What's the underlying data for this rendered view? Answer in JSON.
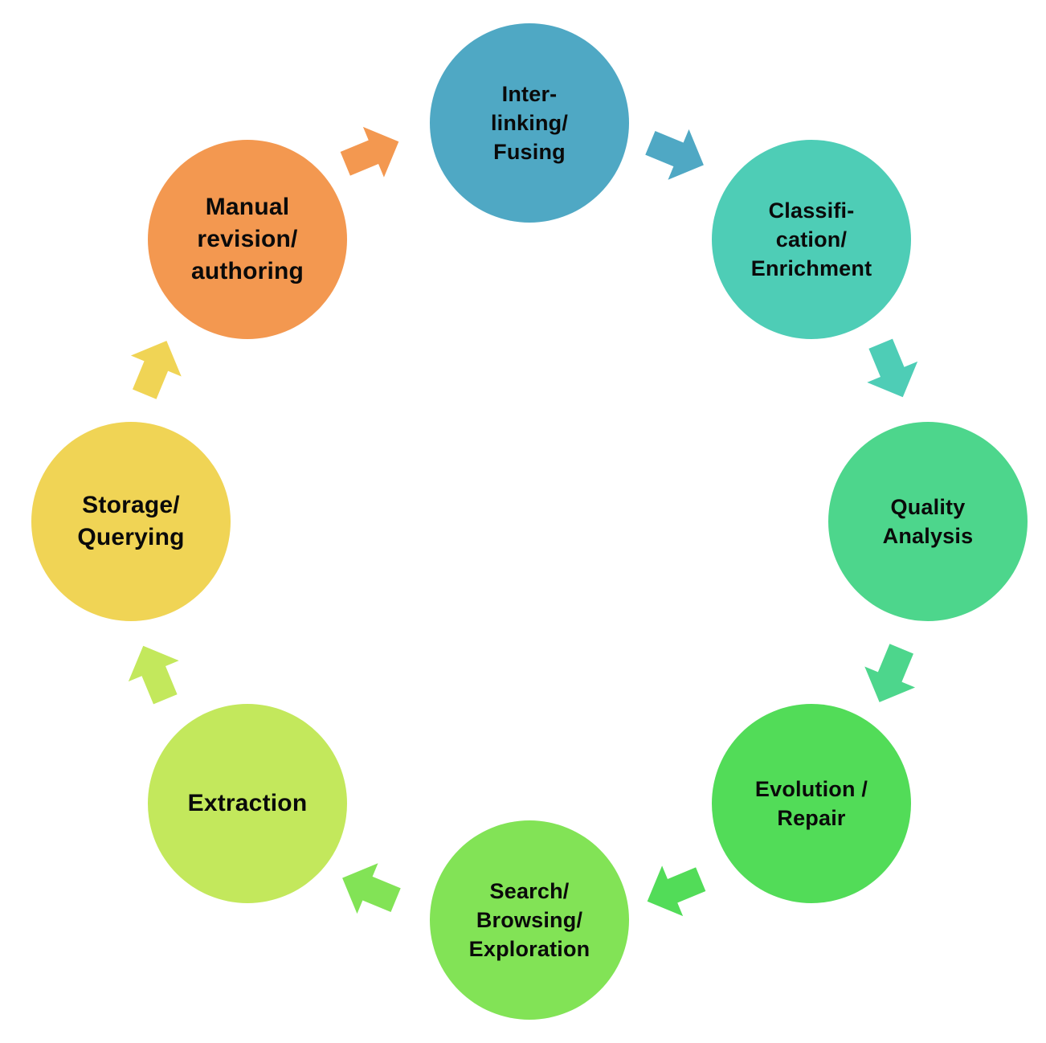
{
  "diagram": {
    "type": "cycle",
    "nodes": [
      {
        "id": "interlinking",
        "label": "Inter-\nlinking/\nFusing",
        "color": "#4fa8c4"
      },
      {
        "id": "classification",
        "label": "Classifi-\ncation/\nEnrichment",
        "color": "#4ecdb6"
      },
      {
        "id": "quality",
        "label": "Quality\nAnalysis",
        "color": "#4dd68c"
      },
      {
        "id": "evolution",
        "label": "Evolution /\nRepair",
        "color": "#52dc58"
      },
      {
        "id": "search",
        "label": "Search/\nBrowsing/\nExploration",
        "color": "#82e356"
      },
      {
        "id": "extraction",
        "label": "Extraction",
        "color": "#c3e85c"
      },
      {
        "id": "storage",
        "label": "Storage/\nQuerying",
        "color": "#f0d455"
      },
      {
        "id": "manual",
        "label": "Manual\nrevision/\nauthoring",
        "color": "#f39850"
      }
    ],
    "arrows": [
      {
        "from": "interlinking",
        "to": "classification",
        "color": "#4fa8c4"
      },
      {
        "from": "classification",
        "to": "quality",
        "color": "#4ecdb6"
      },
      {
        "from": "quality",
        "to": "evolution",
        "color": "#4dd68c"
      },
      {
        "from": "evolution",
        "to": "search",
        "color": "#52dc58"
      },
      {
        "from": "search",
        "to": "extraction",
        "color": "#82e356"
      },
      {
        "from": "extraction",
        "to": "storage",
        "color": "#c3e85c"
      },
      {
        "from": "storage",
        "to": "manual",
        "color": "#f0d455"
      },
      {
        "from": "manual",
        "to": "interlinking",
        "color": "#f39850"
      }
    ]
  }
}
